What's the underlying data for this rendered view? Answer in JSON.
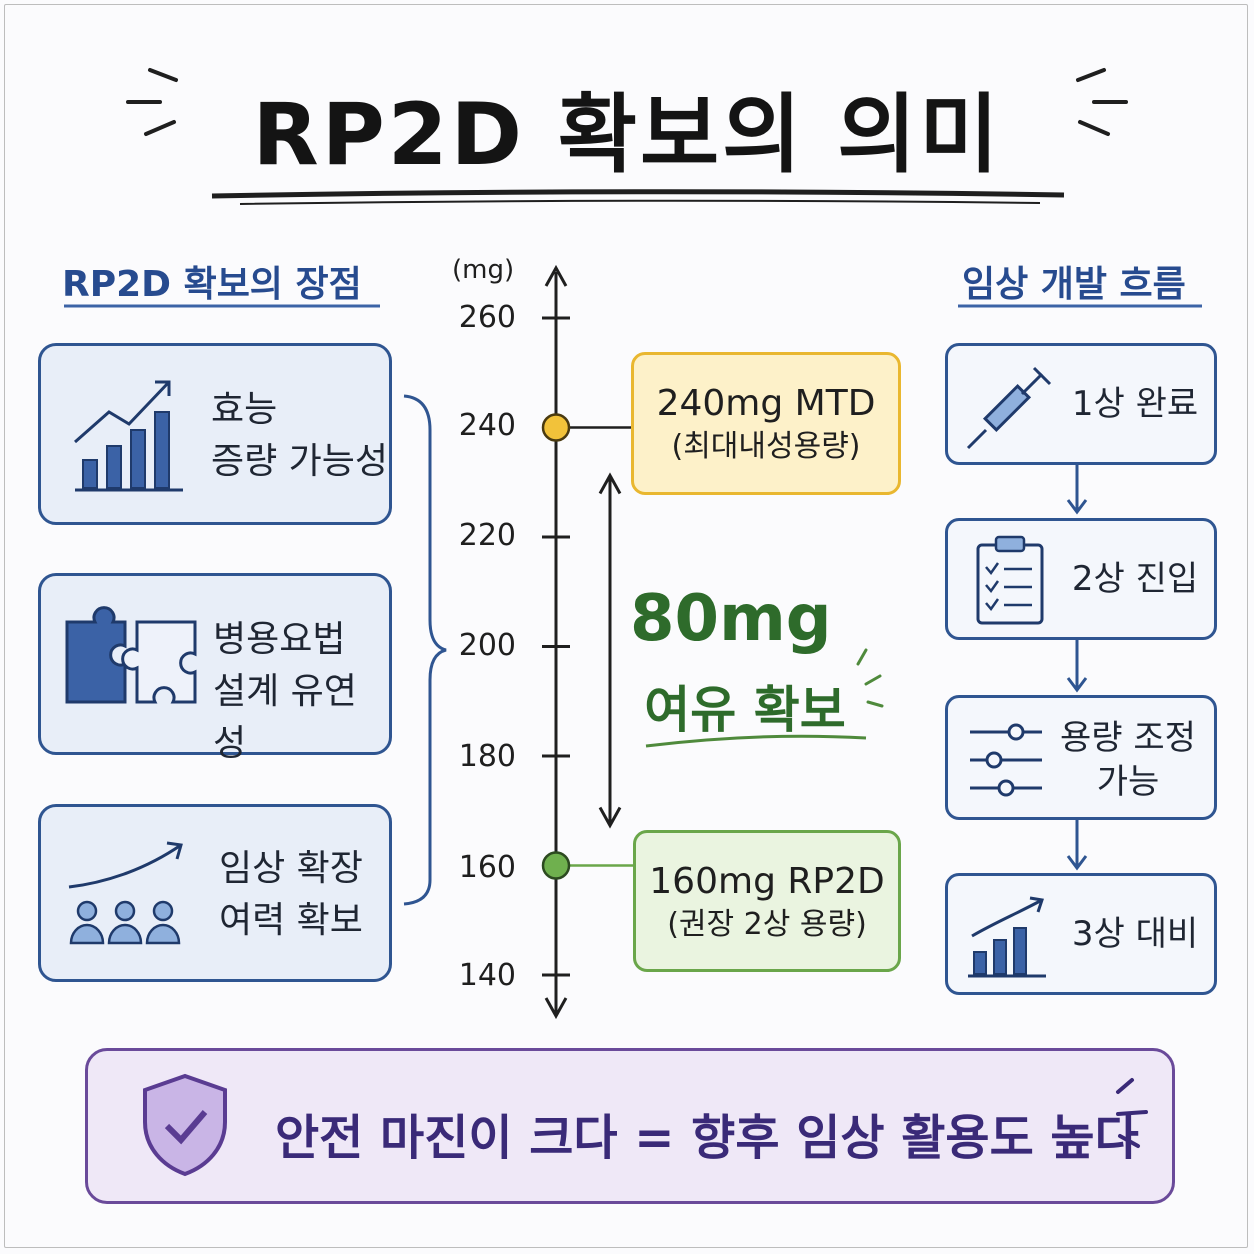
{
  "title": "RP2D 확보의 의미",
  "left": {
    "heading": "RP2D 확보의 장점",
    "cards": [
      {
        "icon": "bar-chart-rising-icon",
        "line1": "효능",
        "line2": "증량 가능성"
      },
      {
        "icon": "puzzle-icon",
        "line1": "병용요법",
        "line2": "설계 유연성"
      },
      {
        "icon": "people-growth-icon",
        "line1": "임상 확장",
        "line2": "여력 확보"
      }
    ]
  },
  "scale": {
    "unit": "(mg)",
    "ticks": [
      "260",
      "240",
      "220",
      "200",
      "180",
      "160",
      "140"
    ],
    "mtd": {
      "value": 240,
      "label": "240mg MTD",
      "sub": "(최대내성용량)",
      "color": "#f2c23a"
    },
    "rp2d": {
      "value": 160,
      "label": "160mg RP2D",
      "sub": "(권장 2상 용량)",
      "color": "#6fb04e"
    },
    "margin": {
      "amount": "80mg",
      "text": "여유 확보"
    }
  },
  "right": {
    "heading": "임상 개발 흐름",
    "steps": [
      {
        "icon": "syringe-icon",
        "line1": "1상 완료",
        "line2": ""
      },
      {
        "icon": "clipboard-checklist-icon",
        "line1": "2상 진입",
        "line2": ""
      },
      {
        "icon": "sliders-icon",
        "line1": "용량 조정",
        "line2": "가능"
      },
      {
        "icon": "bar-chart-rising-icon",
        "line1": "3상 대비",
        "line2": ""
      }
    ]
  },
  "bottom": {
    "icon": "shield-check-icon",
    "text": "안전 마진이 크다 = 향후 임상 활용도 높다"
  }
}
